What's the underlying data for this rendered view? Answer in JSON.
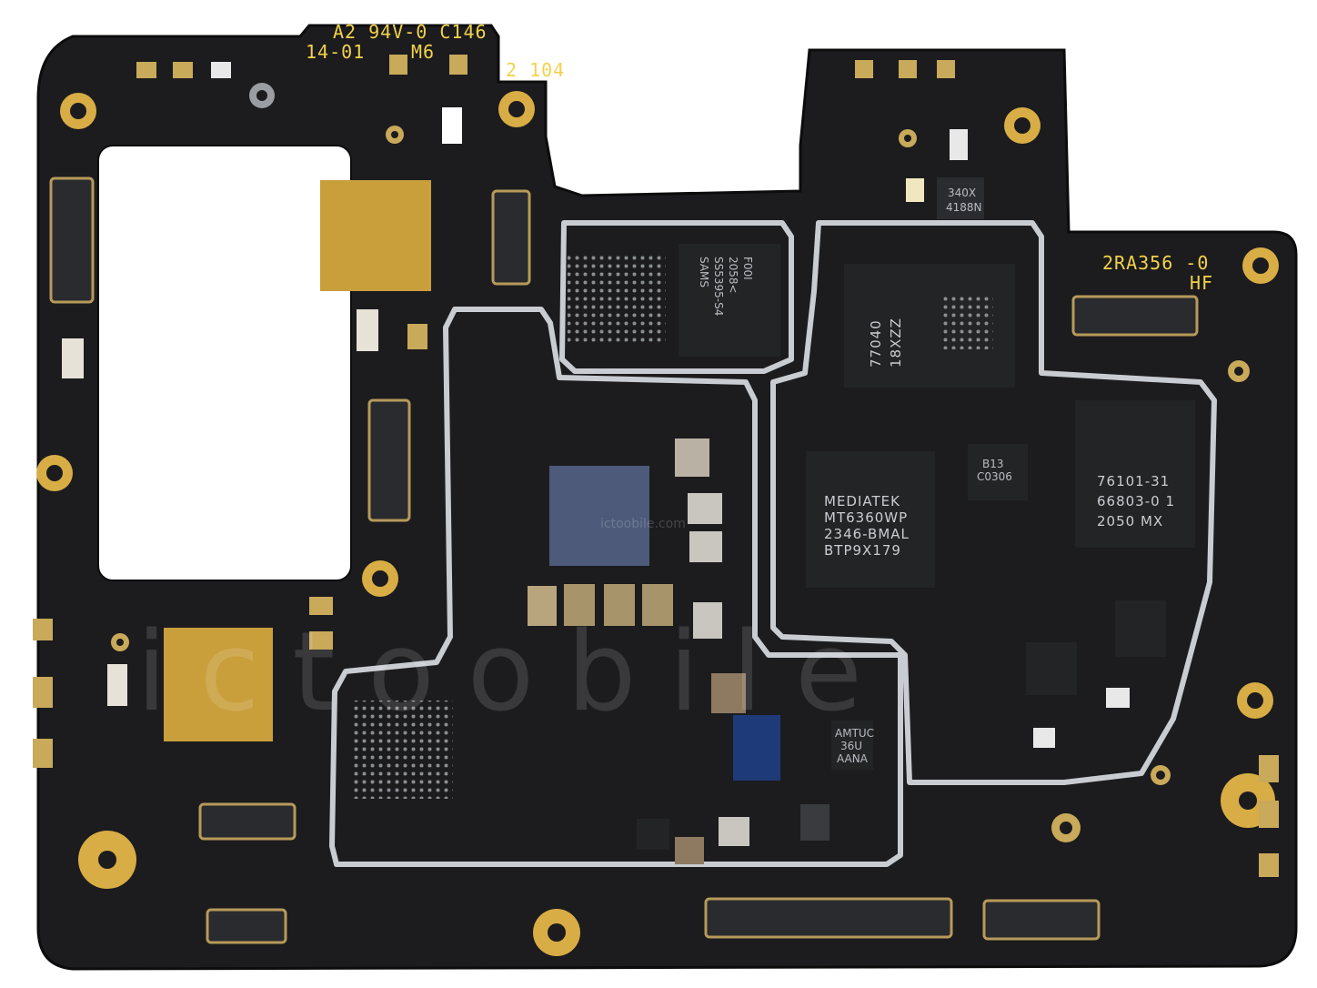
{
  "silkscreen": {
    "top_line1": "A2 94V-0 C146",
    "top_line2": "14-01",
    "top_line2b": "M6",
    "date_code": "2 104",
    "board_id": "2RA356 -0",
    "board_id2": "HF"
  },
  "chips": {
    "pmic": {
      "line1": "MEDIATEK",
      "line2": "MT6360WP",
      "line3": "2346-BMAL",
      "line4": "BTP9X179"
    },
    "pa": {
      "line1": "76101-31",
      "line2": "66803-0 1",
      "line3": "2050  MX"
    },
    "ram": {
      "line1": "77040",
      "line2": "18XZZ"
    },
    "flash": {
      "line1": "SAMS",
      "line2": "SS5395-S4",
      "line3": "2058<",
      "line4": "F00I"
    },
    "small1": {
      "line1": "B13",
      "line2": "C0306"
    },
    "small2": {
      "line1": "340X",
      "line2": "4188N"
    },
    "small3": {
      "line1": "AMTUC",
      "line2": "36U",
      "line3": "AANA"
    }
  },
  "watermark": {
    "big": "ictoobile",
    "small": "ictoobile.com"
  },
  "colors": {
    "board": "#1b1b1d",
    "gold": "#d8ad45",
    "shield": "#c4c7cc",
    "chip": "#232426",
    "silk": "#f2d24a"
  }
}
